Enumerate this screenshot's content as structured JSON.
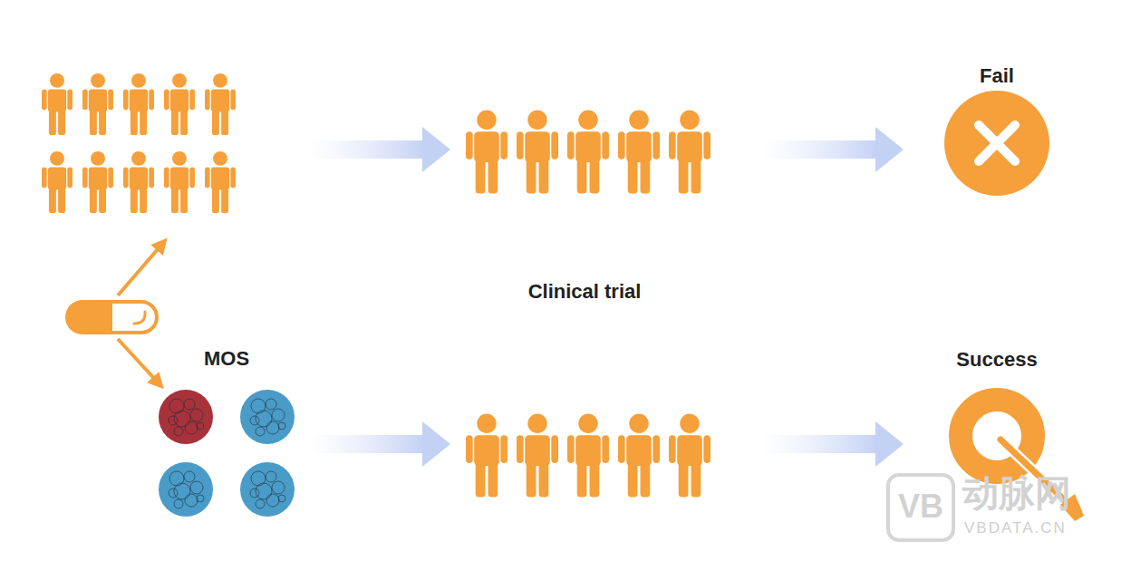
{
  "diagram": {
    "nodes": [
      {
        "text": [
          "Fail"
        ]
      },
      {
        "text": [
          "MOS"
        ]
      },
      {
        "text": [
          "Success"
        ]
      }
    ],
    "labels": [
      "Clinical trial",
      "VB",
      "动脉网",
      "VBDATA.CN"
    ]
  }
}
